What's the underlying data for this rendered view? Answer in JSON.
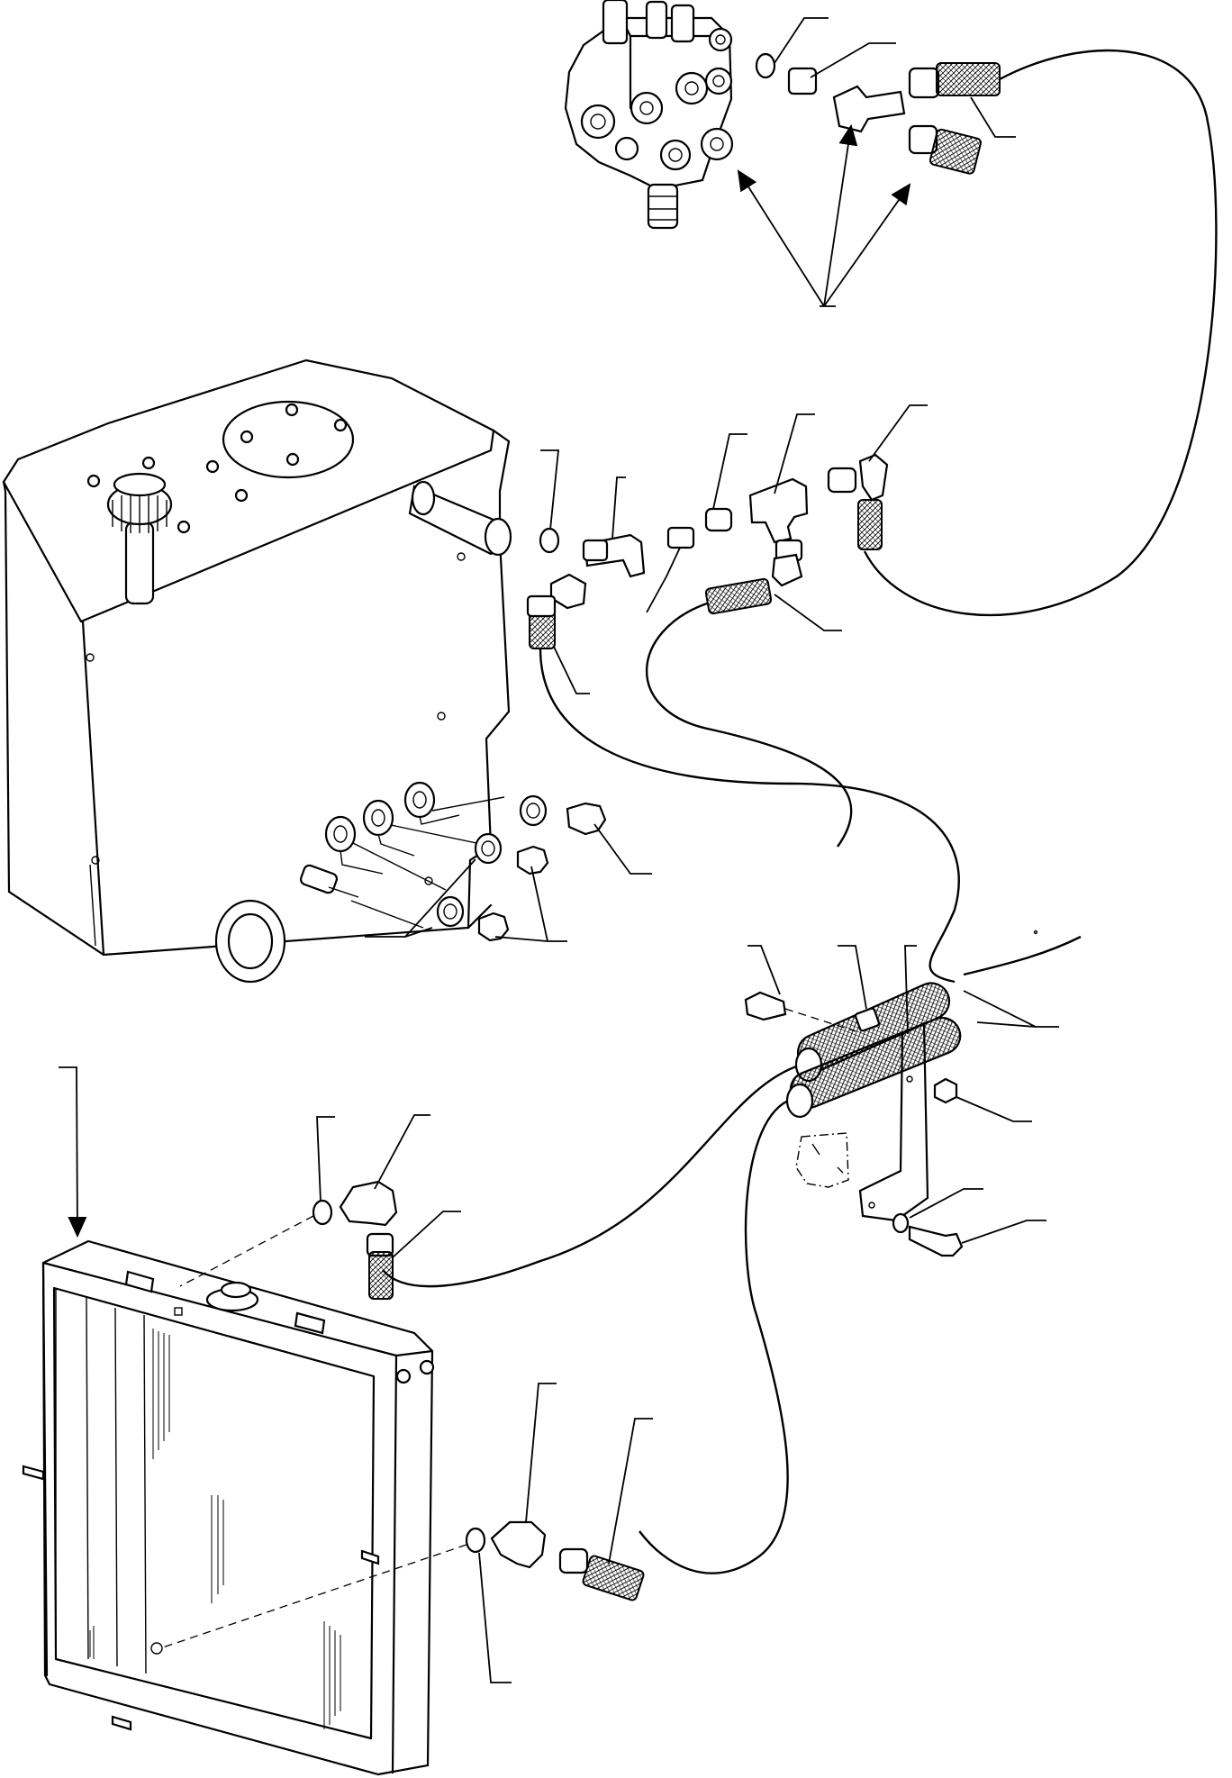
{
  "diagram": {
    "components": [
      {
        "id": "control-valve",
        "icon": "control-valve-icon"
      },
      {
        "id": "hydraulic-tank",
        "icon": "tank-icon"
      },
      {
        "id": "oil-cooler",
        "icon": "radiator-icon"
      },
      {
        "id": "hose-bracket",
        "icon": "bracket-icon"
      }
    ],
    "callout_labels": []
  }
}
